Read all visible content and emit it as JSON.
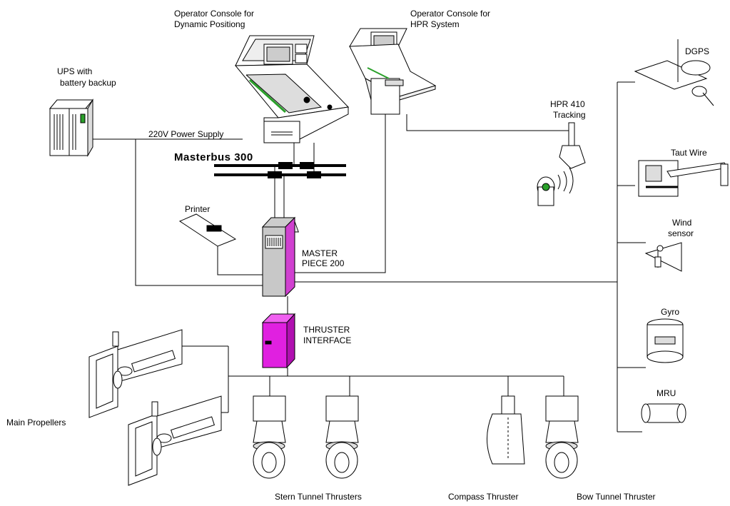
{
  "labels": {
    "dp_console_line1": "Operator Console for",
    "dp_console_line2": "Dynamic Positiong",
    "hpr_console_line1": "Operator Console for",
    "hpr_console_line2": "HPR System",
    "ups_line1": "UPS with",
    "ups_line2": "battery backup",
    "power_supply": "220V  Power Supply",
    "masterbus": "Masterbus 300",
    "printer": "Printer",
    "master_line1": "MASTER",
    "master_line2": "PIECE 200",
    "thruster_line1": "THRUSTER",
    "thruster_line2": "INTERFACE",
    "hpr_line1": "HPR 410",
    "hpr_line2": "Tracking",
    "dgps": "DGPS",
    "taut_wire": "Taut Wire",
    "wind_line1": "Wind",
    "wind_line2": "sensor",
    "gyro": "Gyro",
    "mru": "MRU",
    "main_propellers": "Main Propellers",
    "stern_thrusters": "Stern Tunnel Thrusters",
    "compass_thruster": "Compass Thruster",
    "bow_thruster": "Bow Tunnel Thruster"
  },
  "colors": {
    "master_piece": "#c8c8c8",
    "master_accent": "#d040d0",
    "thruster_interface": "#e020e0",
    "console_accent": "#2aa02a",
    "line": "#000000"
  }
}
